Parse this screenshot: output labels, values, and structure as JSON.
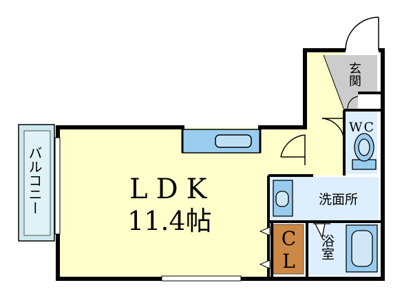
{
  "rooms": {
    "ldk_name": "LDK",
    "ldk_size": "11.4帖",
    "balcony": "バルコニー",
    "entrance": "玄関",
    "wc": "WC",
    "washroom": "洗面所",
    "bath": "浴室",
    "closet": "CL"
  },
  "colors": {
    "ldk": "#ffffcc",
    "wet_areas": "#ddeeff",
    "entrance": "#cccccc",
    "closet": "#cc8844",
    "balcony": "#cce8ee",
    "fixtures": "#99ccee",
    "walls": "#000000"
  }
}
